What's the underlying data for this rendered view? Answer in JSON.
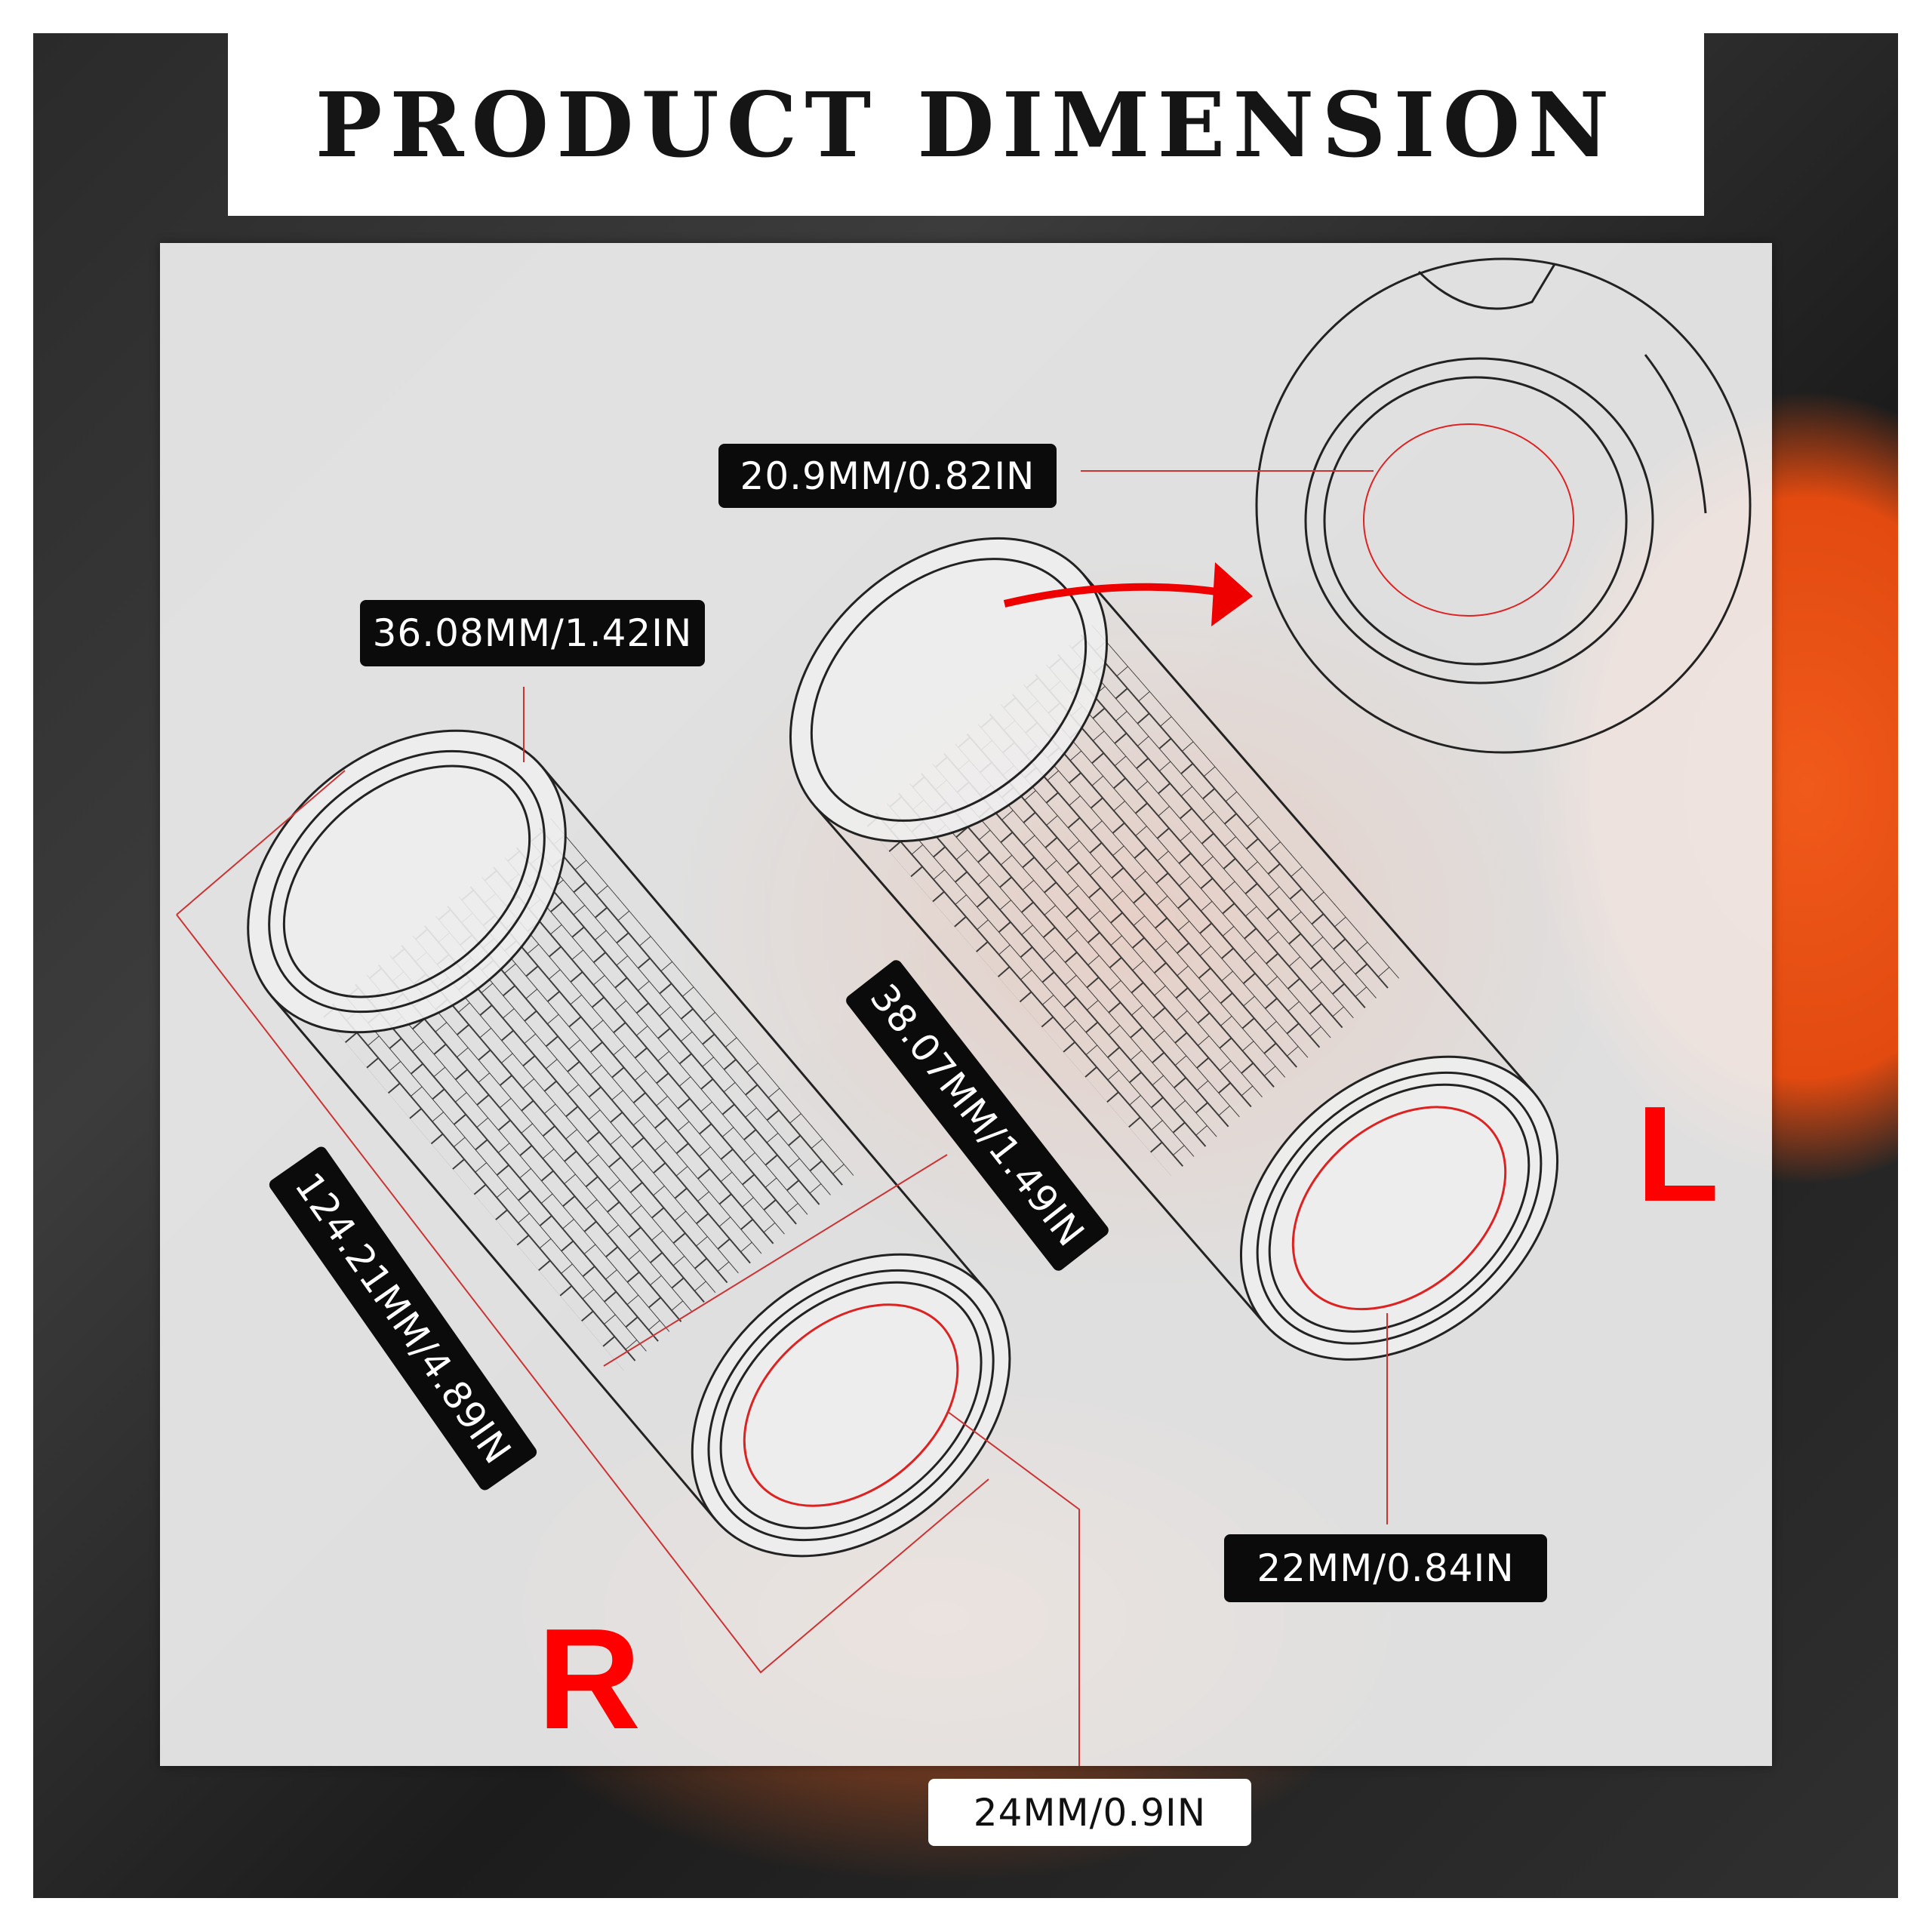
{
  "title": "PRODUCT DIMENSION",
  "dimensions": {
    "inner_diameter_top": "20.9MM/0.82IN",
    "end_diameter": "36.08MM/1.42IN",
    "body_diameter": "38.07MM/1.49IN",
    "length": "124.21MM/4.89IN",
    "inner_diameter_left": "22MM/0.84IN",
    "inner_diameter_right": "24MM/0.9IN"
  },
  "side_labels": {
    "right": "R",
    "left": "L"
  },
  "colors": {
    "accent": "#ff0000",
    "label_bg": "#0b0b0b",
    "panel": "#eeeeee",
    "photo_orange": "#e24a10"
  }
}
